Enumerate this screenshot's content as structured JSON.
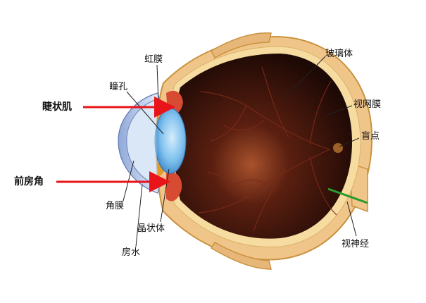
{
  "labels": {
    "iris": "虹膜",
    "pupil": "瞳孔",
    "vitreous": "玻璃体",
    "retina": "视网膜",
    "blind_spot": "盲点",
    "ciliary_muscle": "睫状肌",
    "anterior_chamber": "前房角",
    "cornea": "角膜",
    "lens": "晶状体",
    "aqueous": "房水",
    "optic_nerve": "视神经"
  },
  "colors": {
    "sclera": "#f0c58a",
    "sclera_edge": "#c9923f",
    "interior": "#2a0d08",
    "interior_glow": "#a8522c",
    "cornea": "#c9d6ee",
    "lens": "#6fb4e6",
    "arrow": "#e8141a",
    "optic_nerve": "#2c9a2c",
    "ciliary": "#d84b33"
  }
}
